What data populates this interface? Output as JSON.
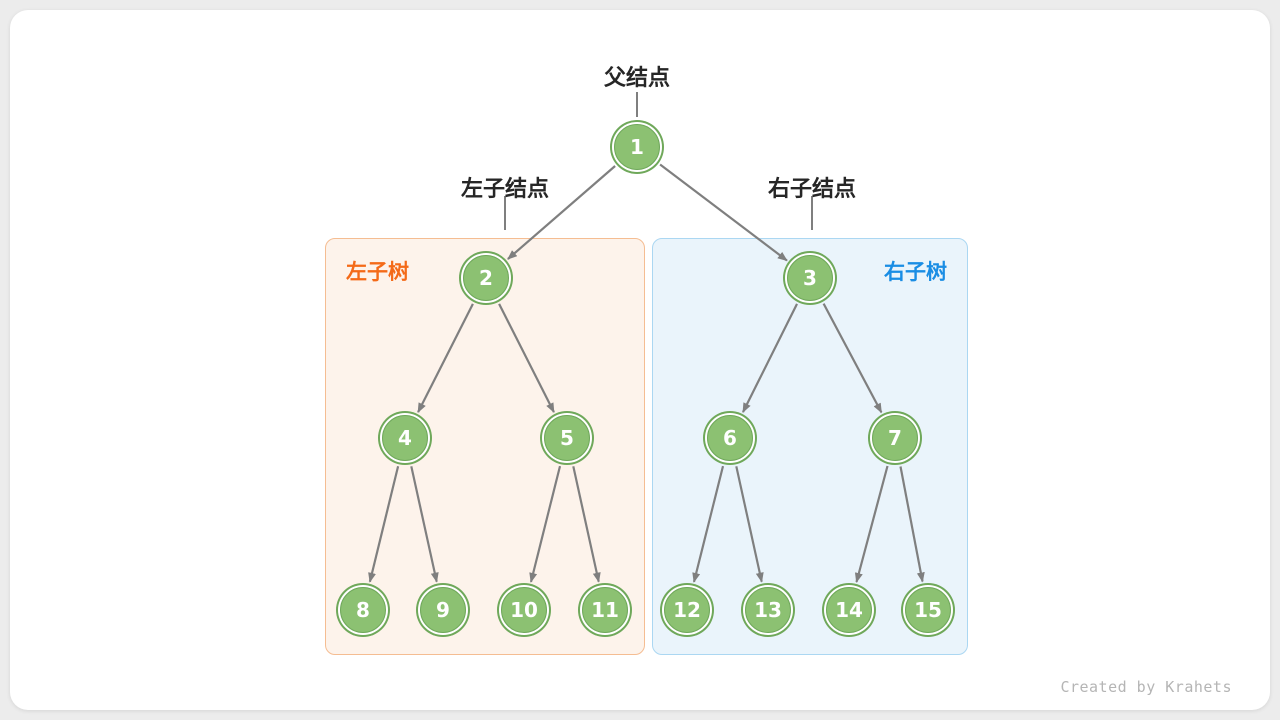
{
  "labels": {
    "parent_node": "父结点",
    "left_child": "左子结点",
    "right_child": "右子结点",
    "left_subtree": "左子树",
    "right_subtree": "右子树"
  },
  "watermark": "Created by Krahets",
  "colors": {
    "page_bg": "#ececec",
    "card_bg": "#ffffff",
    "node_fill": "#8cc172",
    "node_ring": "#6fa85a",
    "node_text": "#ffffff",
    "left_box_bg": "#fdf3eb",
    "left_box_border": "#f5bd92",
    "left_label": "#f46a18",
    "right_box_bg": "#eaf4fb",
    "right_box_border": "#abd7f2",
    "right_label": "#1a8de4",
    "arrow": "#7f7f7f",
    "label_text": "#262626",
    "watermark_text": "#b5b5b5"
  },
  "tree": {
    "nodes": [
      1,
      2,
      3,
      4,
      5,
      6,
      7,
      8,
      9,
      10,
      11,
      12,
      13,
      14,
      15
    ],
    "edges": [
      [
        1,
        2
      ],
      [
        1,
        3
      ],
      [
        2,
        4
      ],
      [
        2,
        5
      ],
      [
        3,
        6
      ],
      [
        3,
        7
      ],
      [
        4,
        8
      ],
      [
        4,
        9
      ],
      [
        5,
        10
      ],
      [
        5,
        11
      ],
      [
        6,
        12
      ],
      [
        6,
        13
      ],
      [
        7,
        14
      ],
      [
        7,
        15
      ]
    ]
  }
}
